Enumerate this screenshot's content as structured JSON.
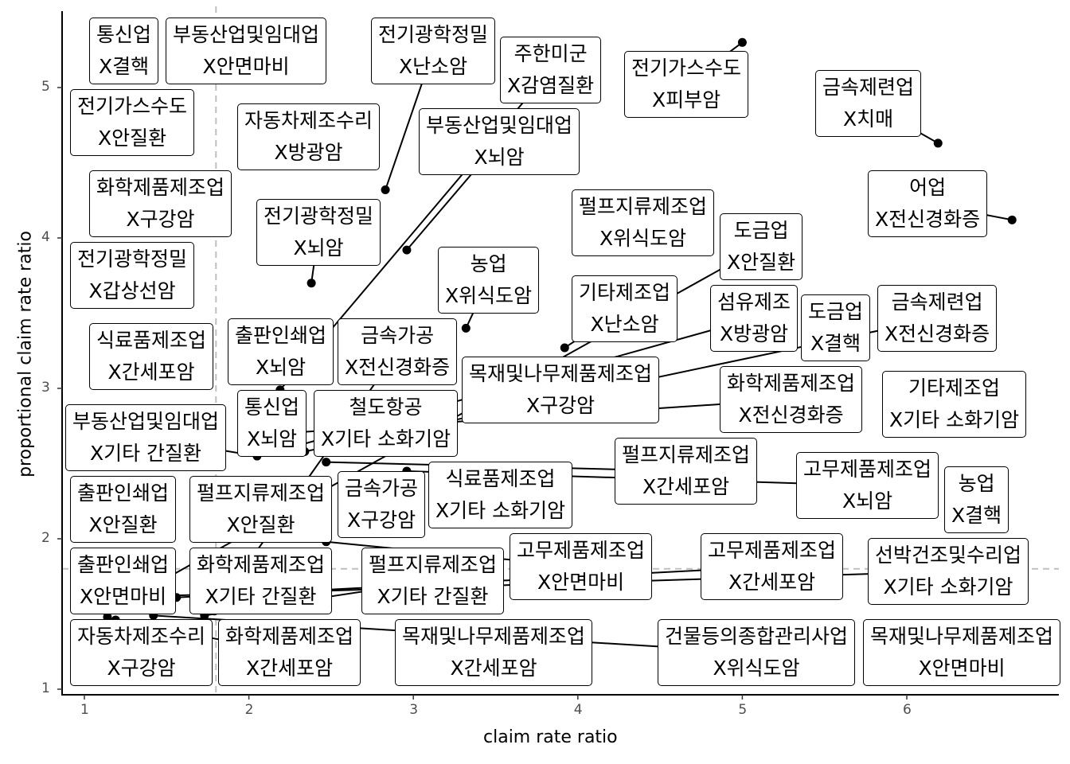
{
  "chart_data": {
    "type": "scatter",
    "xlabel": "claim rate ratio",
    "ylabel": "proportional claim rate ratio",
    "xlim": [
      0.87,
      6.9
    ],
    "ylim": [
      0.96,
      5.5
    ],
    "x_ticks": [
      1,
      2,
      3,
      4,
      5,
      6
    ],
    "y_ticks": [
      1,
      2,
      3,
      4,
      5
    ],
    "reference_lines": {
      "x": 1.8,
      "y": 1.8,
      "style": "dashed",
      "color": "#bfbfbf"
    },
    "grid": false,
    "points": [
      {
        "x": 5.0,
        "y": 5.3
      },
      {
        "x": 6.19,
        "y": 4.63
      },
      {
        "x": 6.64,
        "y": 4.12
      },
      {
        "x": 2.83,
        "y": 4.32
      },
      {
        "x": 2.96,
        "y": 3.92
      },
      {
        "x": 2.38,
        "y": 3.7
      },
      {
        "x": 3.32,
        "y": 3.4
      },
      {
        "x": 3.92,
        "y": 3.27
      },
      {
        "x": 2.19,
        "y": 2.99
      },
      {
        "x": 2.19,
        "y": 2.7
      },
      {
        "x": 2.2,
        "y": 2.59
      },
      {
        "x": 2.34,
        "y": 2.58
      },
      {
        "x": 2.05,
        "y": 2.55
      },
      {
        "x": 2.47,
        "y": 2.51
      },
      {
        "x": 2.53,
        "y": 2.63
      },
      {
        "x": 2.96,
        "y": 2.45
      },
      {
        "x": 2.47,
        "y": 1.98
      },
      {
        "x": 1.79,
        "y": 1.52
      },
      {
        "x": 1.73,
        "y": 1.49
      },
      {
        "x": 1.56,
        "y": 1.61
      },
      {
        "x": 1.46,
        "y": 1.62
      },
      {
        "x": 1.24,
        "y": 1.58
      },
      {
        "x": 1.14,
        "y": 1.48
      },
      {
        "x": 1.19,
        "y": 1.46
      },
      {
        "x": 1.42,
        "y": 1.49
      }
    ],
    "labels": [
      [
        "부동산업및임대업",
        "X안면마비"
      ],
      [
        "전기광학정밀",
        "X난소암"
      ],
      [
        "전기가스수도",
        "X피부암"
      ],
      [
        "금속제련업",
        "X치매"
      ],
      [
        "전기가스수도",
        "X안질환"
      ],
      [
        "자동차제조수리",
        "X방광암"
      ],
      [
        "부동산업및임대업",
        "X뇌암"
      ],
      [
        "어업",
        "X전신경화증"
      ],
      [
        "화학제품제조업",
        "X구강암"
      ],
      [
        "전기광학정밀",
        "X뇌암"
      ],
      [
        "펄프지류제조업",
        "X위식도암"
      ],
      [
        "농업",
        "X위식도암"
      ],
      [
        "전기광학정밀",
        "X갑상선암"
      ],
      [
        "주한미군",
        "X감염질환"
      ],
      [
        "통신업",
        "X뇌암"
      ],
      [
        "기타제조업",
        "X난소암"
      ],
      [
        "섬유제조",
        "X방광암"
      ],
      [
        "금속제련업",
        "X전신경화증"
      ],
      [
        "통신업",
        "X결핵"
      ],
      [
        "식료품제조업",
        "X간세포암"
      ],
      [
        "출판인쇄업",
        "X뇌암"
      ],
      [
        "목재및나무제품제조업",
        "X구강암"
      ],
      [
        "철도항공",
        "X기타 소화기암"
      ],
      [
        "화학제품제조업",
        "X전신경화증"
      ],
      [
        "기타제조업",
        "X기타 소화기암"
      ],
      [
        "부동산업및임대업",
        "X기타 간질환"
      ],
      [
        "식료품제조업",
        "X기타 소화기암"
      ],
      [
        "펄프지류제조업",
        "X간세포암"
      ],
      [
        "고무제품제조업",
        "X뇌암"
      ],
      [
        "펄프지류제조업",
        "X안질환"
      ],
      [
        "금속가공",
        "X구강암"
      ],
      [
        "화학제품제조업",
        "X기타 간질환"
      ],
      [
        "출판인쇄업",
        "X안질환"
      ],
      [
        "출판인쇄업",
        "X안면마비"
      ],
      [
        "고무제품제조업",
        "X안면마비"
      ],
      [
        "고무제품제조업",
        "X간세포암"
      ],
      [
        "선박건조및수리업",
        "X기타 소화기암"
      ],
      [
        "도금업",
        "X결핵"
      ],
      [
        "도금업",
        "X안질환"
      ],
      [
        "펄프지류제조업",
        "X기타 간질환"
      ],
      [
        "자동차제조수리",
        "X구강암"
      ],
      [
        "화학제품제조업",
        "X간세포암"
      ],
      [
        "목재및나무제품제조업",
        "X간세포암"
      ],
      [
        "금속가공",
        "X전신경화증"
      ],
      [
        "농업",
        "X결핵"
      ],
      [
        "건물등의종합관리사업",
        "X위식도암"
      ],
      [
        "목재및나무제품제조업",
        "X안면마비"
      ]
    ]
  }
}
